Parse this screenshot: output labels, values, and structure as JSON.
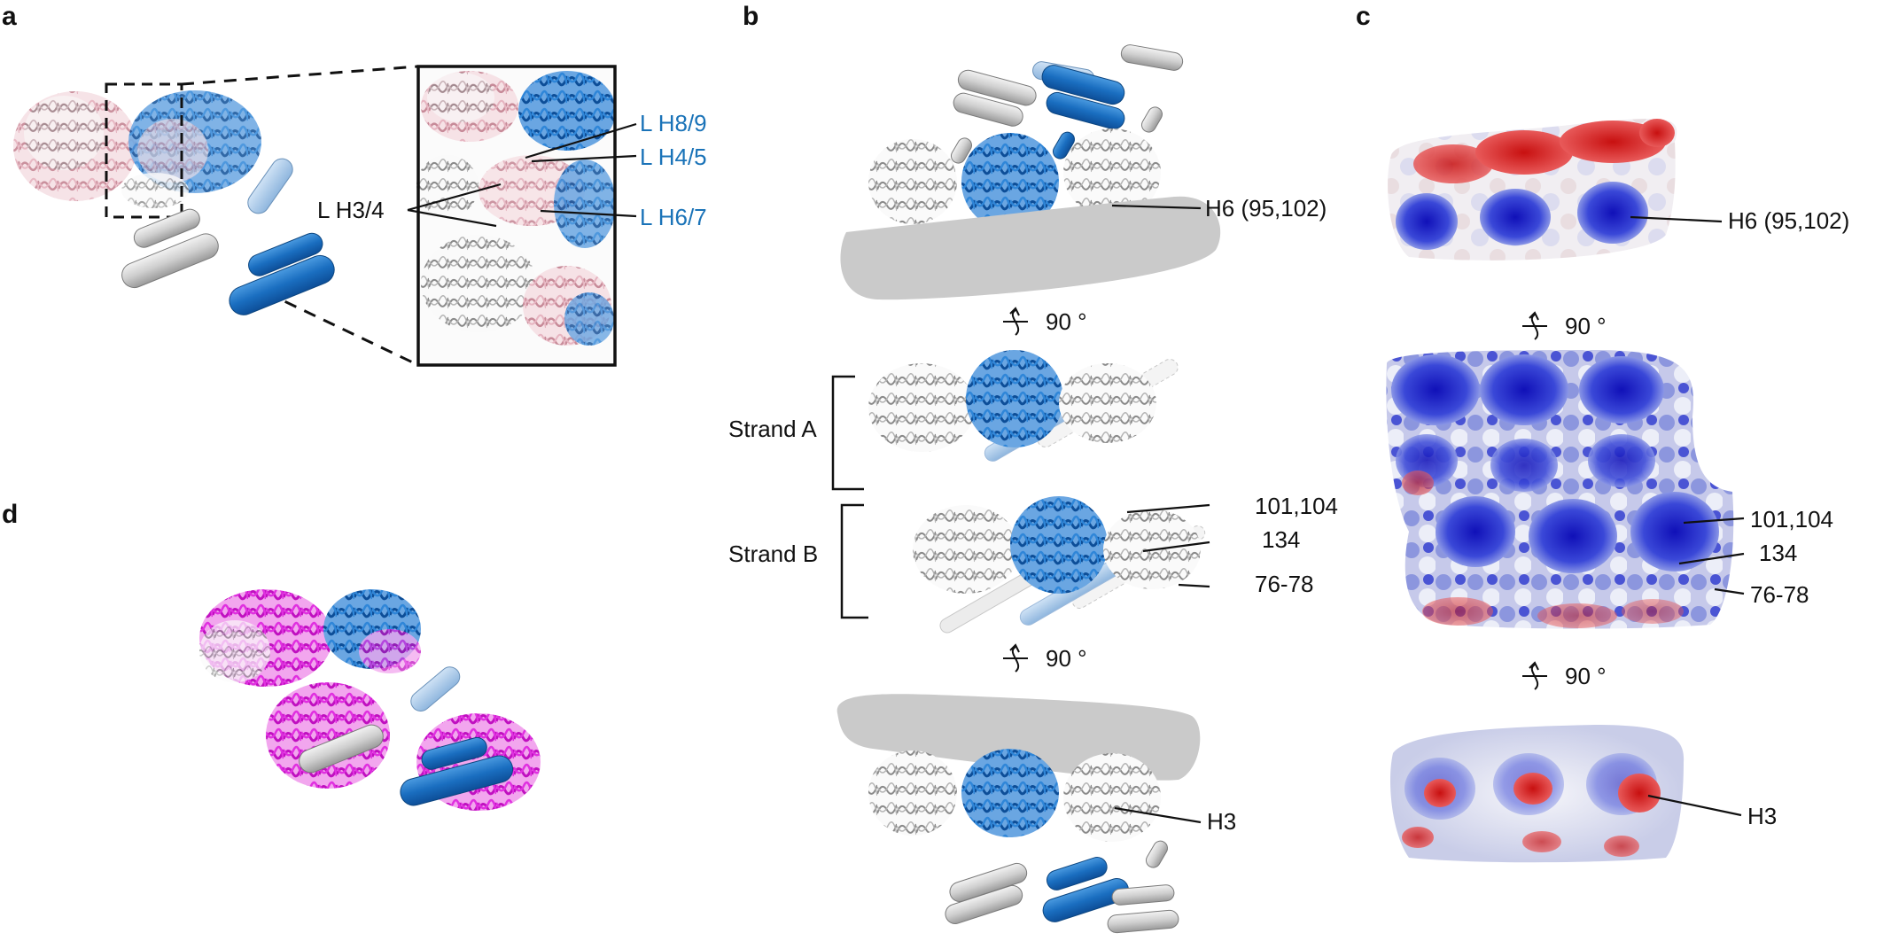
{
  "panels": {
    "a": {
      "label": "a",
      "annotations": {
        "left": "L H3/4",
        "right": [
          "L H8/9",
          "L H4/5",
          "L H6/7"
        ]
      }
    },
    "b": {
      "label": "b",
      "annotations": {
        "top": "H6 (95,102)",
        "rotation": "90 °",
        "strand_a": "Strand A",
        "strand_b": "Strand B",
        "mid": [
          "101,104",
          "134",
          "76-78"
        ],
        "bottom": "H3"
      }
    },
    "c": {
      "label": "c",
      "annotations": {
        "top": "H6 (95,102)",
        "rotation": "90 °",
        "mid": [
          "101,104",
          "134",
          "76-78"
        ],
        "bottom": "H3"
      }
    },
    "d": {
      "label": "d"
    }
  },
  "colors": {
    "blue": "#1a73c8",
    "light_blue": "#8fb8e0",
    "grey": "#d4d4d4",
    "pink": "#e9b9c3",
    "magenta": "#e020d8",
    "surface_red": "#d81a1a",
    "surface_blue": "#1e26c8"
  }
}
